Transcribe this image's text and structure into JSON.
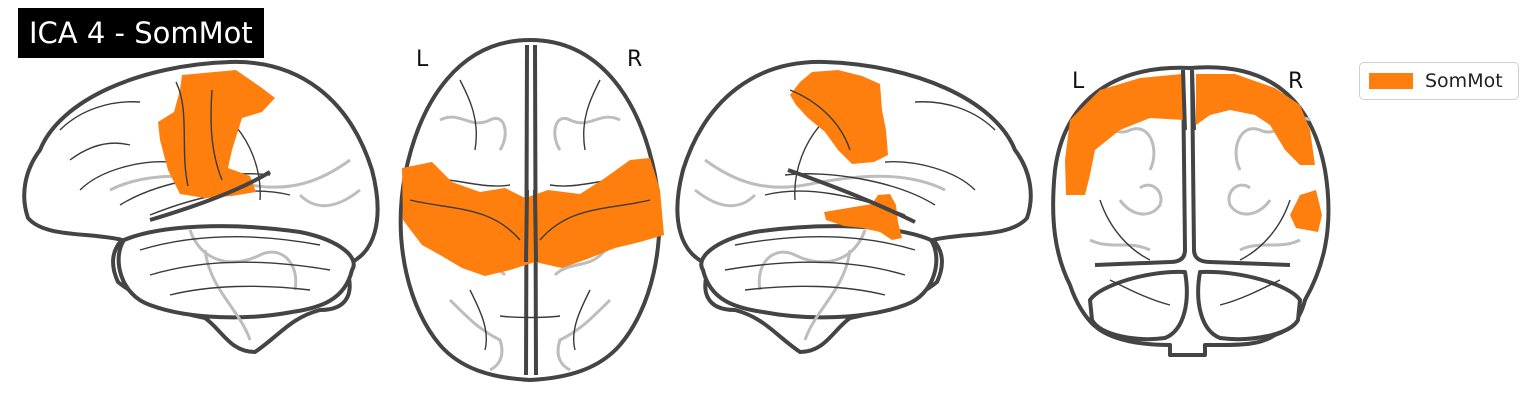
{
  "title": "ICA 4 - SomMot",
  "legend": {
    "label": "SomMot",
    "color": "#ff7f0e"
  },
  "views": {
    "sagittal_left": {
      "name": "left sagittal view"
    },
    "axial": {
      "name": "axial view",
      "left_label": "L",
      "right_label": "R"
    },
    "sagittal_right": {
      "name": "right sagittal view"
    },
    "coronal": {
      "name": "coronal view",
      "left_label": "L",
      "right_label": "R"
    }
  },
  "colors": {
    "overlay": "#ff7f0e",
    "outline": "#444444",
    "deep_structures": "#bdbdbd"
  }
}
